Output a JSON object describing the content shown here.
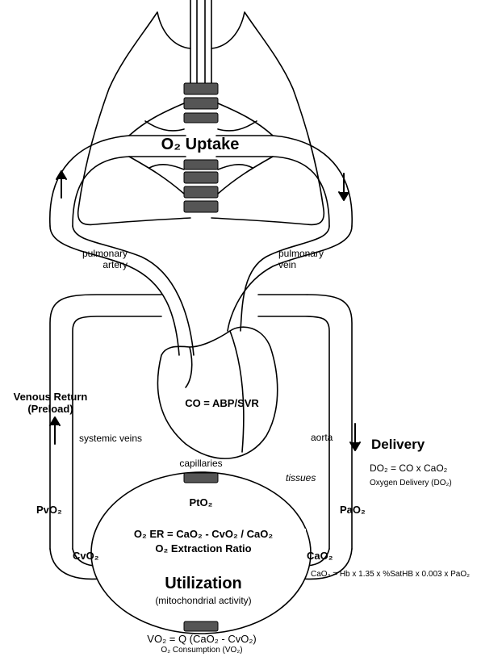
{
  "labels": {
    "o2_uptake": "O₂ Uptake",
    "pulmonary_artery": "pulmonary\nartery",
    "pulmonary_vein": "pulmonary\nvein",
    "venous_return": "Venous Return\n(Preload)",
    "systemic_veins": "systemic veins",
    "co_formula": "CO = ABP/SVR",
    "aorta": "aorta",
    "delivery": "Delivery",
    "do2_formula": "DO₂ = CO x CaO₂",
    "do2_caption": "Oxygen Delivery (DO₂)",
    "capillaries": "capillaries",
    "tissues": "tissues",
    "pto2": "PtO₂",
    "pvo2": "PvO₂",
    "pao2": "PaO₂",
    "cvo2": "CvO₂",
    "cao2": "CaO₂",
    "o2er_formula": "O₂ ER = CaO₂ - CvO₂ / CaO₂",
    "o2er_caption": "O₂ Extraction Ratio",
    "cao2_formula": "CaO₂ = Hb x 1.35 x %SatHB x 0.003 x PaO₂",
    "utilization": "Utilization",
    "mito": "(mitochondrial activity)",
    "vo2_formula": "VO₂ = Q (CaO₂ - CvO₂)",
    "vo2_caption": "O₂ Consumption (VO₂)"
  },
  "colors": {
    "line": "#000000",
    "fill": "#ffffff",
    "pad": "#555555"
  }
}
